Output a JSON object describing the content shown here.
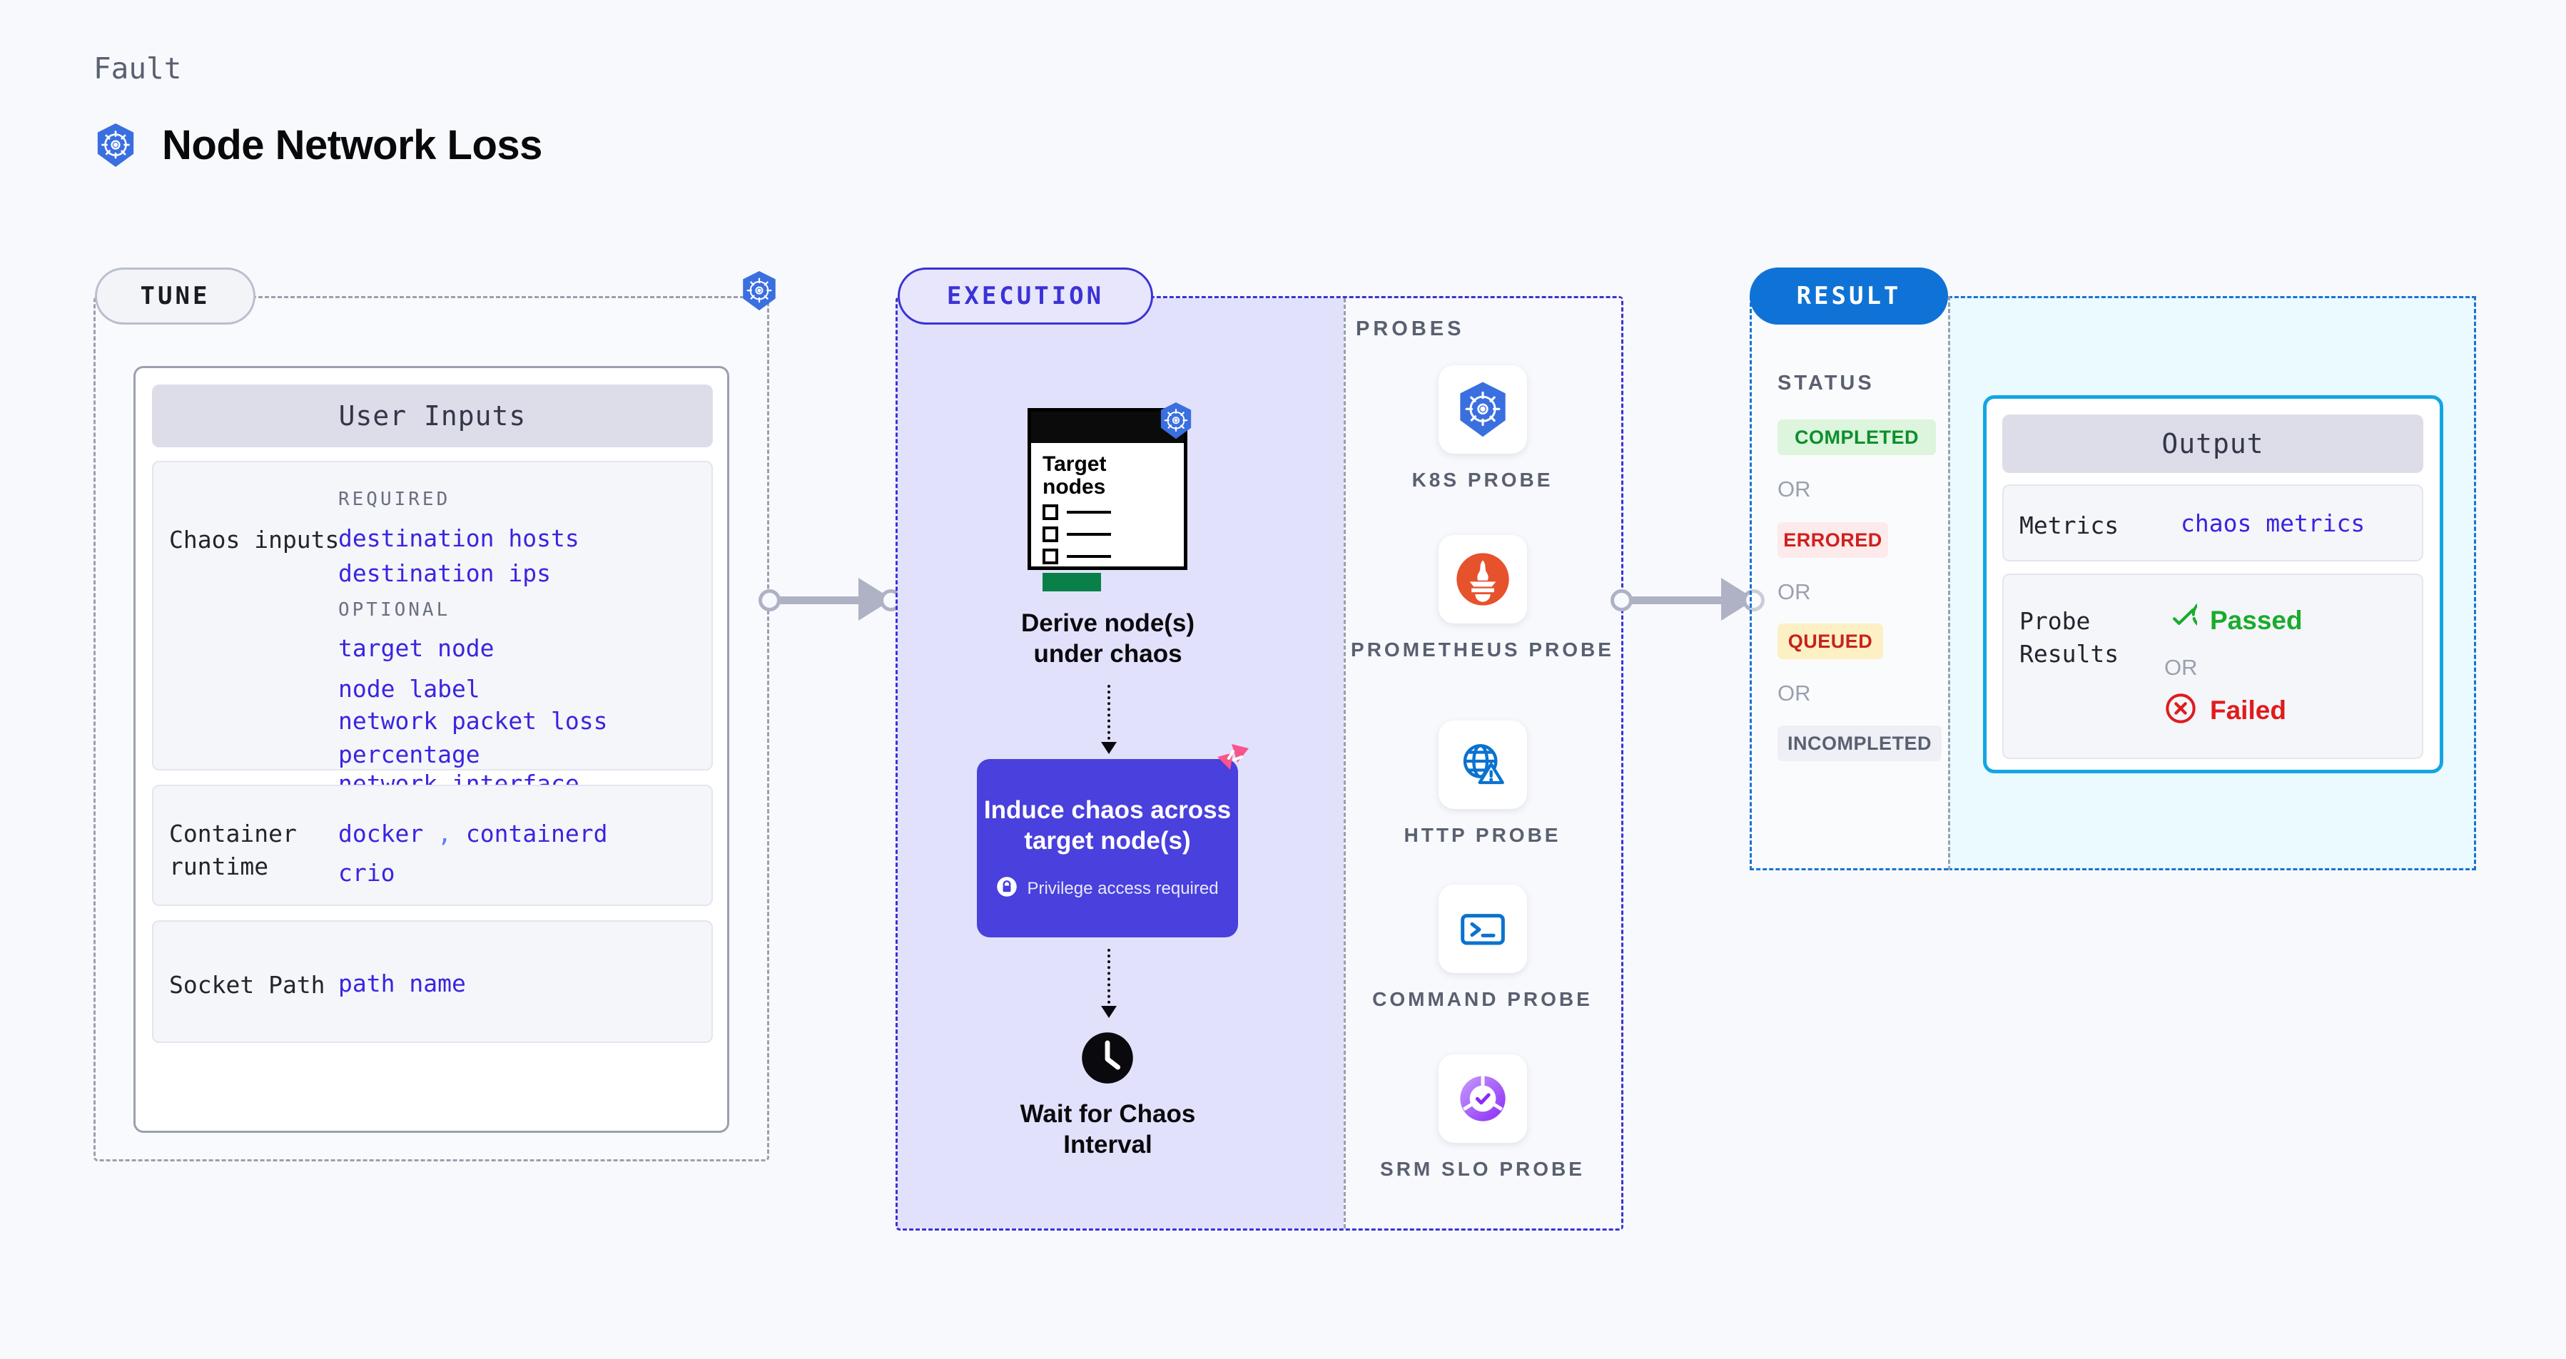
{
  "header": {
    "eyebrow": "Fault",
    "title": "Node Network Loss",
    "icon": "kubernetes-icon"
  },
  "tune": {
    "badge": "TUNE",
    "corner_icon": "kubernetes-icon",
    "card_title": "User Inputs",
    "rows": [
      {
        "label": "Chaos inputs",
        "groups": [
          {
            "heading": "REQUIRED",
            "items": [
              "destination hosts",
              "destination ips"
            ]
          },
          {
            "heading": "OPTIONAL",
            "items": [
              "target node",
              "node label",
              "network packet loss percentage",
              "network interface"
            ]
          }
        ]
      },
      {
        "label": "Container runtime",
        "values_line1": "docker",
        "separator": ",",
        "values_line1b": "containerd",
        "values_line2": "crio"
      },
      {
        "label": "Socket Path",
        "value": "path name"
      }
    ]
  },
  "execution": {
    "badge": "EXECUTION",
    "node_card": {
      "title_line1": "Target",
      "title_line2": "nodes",
      "icon": "kubernetes-icon"
    },
    "step1_caption_line1": "Derive node(s)",
    "step1_caption_line2": "under chaos",
    "chaos_box": {
      "title_line1": "Induce chaos across",
      "title_line2": "target node(s)",
      "privilege_note": "Privilege access required",
      "privilege_icon": "lock-icon",
      "corner_icon": "litmus-logo-icon",
      "color": "#4940dd"
    },
    "step3_caption_line1": "Wait for Chaos",
    "step3_caption_line2": "Interval",
    "step3_icon": "clock-icon"
  },
  "probes": {
    "title": "PROBES",
    "items": [
      {
        "label": "K8S PROBE",
        "icon": "kubernetes-icon"
      },
      {
        "label": "PROMETHEUS PROBE",
        "icon": "prometheus-icon"
      },
      {
        "label": "HTTP PROBE",
        "icon": "globe-warning-icon"
      },
      {
        "label": "COMMAND PROBE",
        "icon": "terminal-icon"
      },
      {
        "label": "SRM SLO PROBE",
        "icon": "srm-slo-icon"
      }
    ]
  },
  "result": {
    "badge": "RESULT",
    "status_title": "STATUS",
    "or_label": "OR",
    "statuses": [
      {
        "label": "COMPLETED",
        "bg": "#dcf5dc",
        "fg": "#0c8f2c"
      },
      {
        "label": "ERRORED",
        "bg": "#fdeaea",
        "fg": "#cf1f1f"
      },
      {
        "label": "QUEUED",
        "bg": "#fcf0c4",
        "fg": "#c7221d"
      },
      {
        "label": "INCOMPLETED",
        "bg": "#eef0f5",
        "fg": "#5a6070"
      }
    ],
    "output": {
      "title": "Output",
      "metrics_label": "Metrics",
      "metrics_value": "chaos metrics",
      "probe_results_label_line1": "Probe",
      "probe_results_label_line2": "Results",
      "passed_label": "Passed",
      "passed_icon": "check-circle-icon",
      "or_label": "OR",
      "failed_label": "Failed",
      "failed_icon": "x-circle-icon"
    }
  }
}
